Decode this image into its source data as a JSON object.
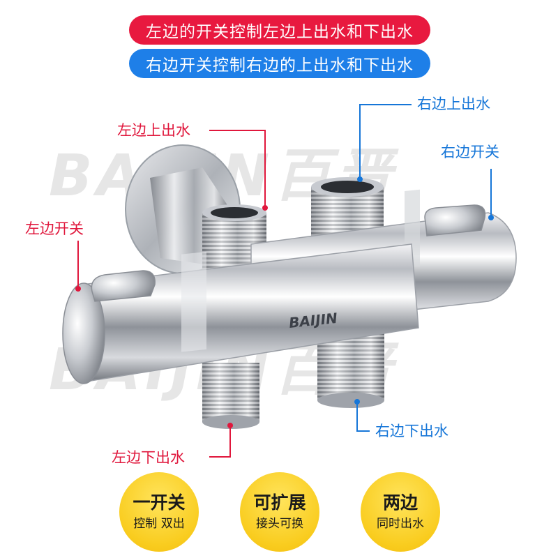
{
  "banner": {
    "left_control": "左边的开关控制左边上出水和下出水",
    "right_control": "右边开关控制右边的上出水和下出水"
  },
  "callouts": {
    "left_top_outlet": "左边上出水",
    "left_switch": "左边开关",
    "left_bottom_outlet": "左边下出水",
    "right_top_outlet": "右边上出水",
    "right_switch": "右边开关",
    "right_bottom_outlet": "右边下出水"
  },
  "watermark": "BAIJIN百晋",
  "brand_on_body": "BAIJIN",
  "features": [
    {
      "main": "一开关",
      "sub": "控制 双出"
    },
    {
      "main": "可扩展",
      "sub": "接头可换"
    },
    {
      "main": "两边",
      "sub": "同时出水"
    }
  ],
  "colors": {
    "red": "#e8193f",
    "blue": "#1e7fe8",
    "badge_yellow": "#f9cc1e"
  }
}
